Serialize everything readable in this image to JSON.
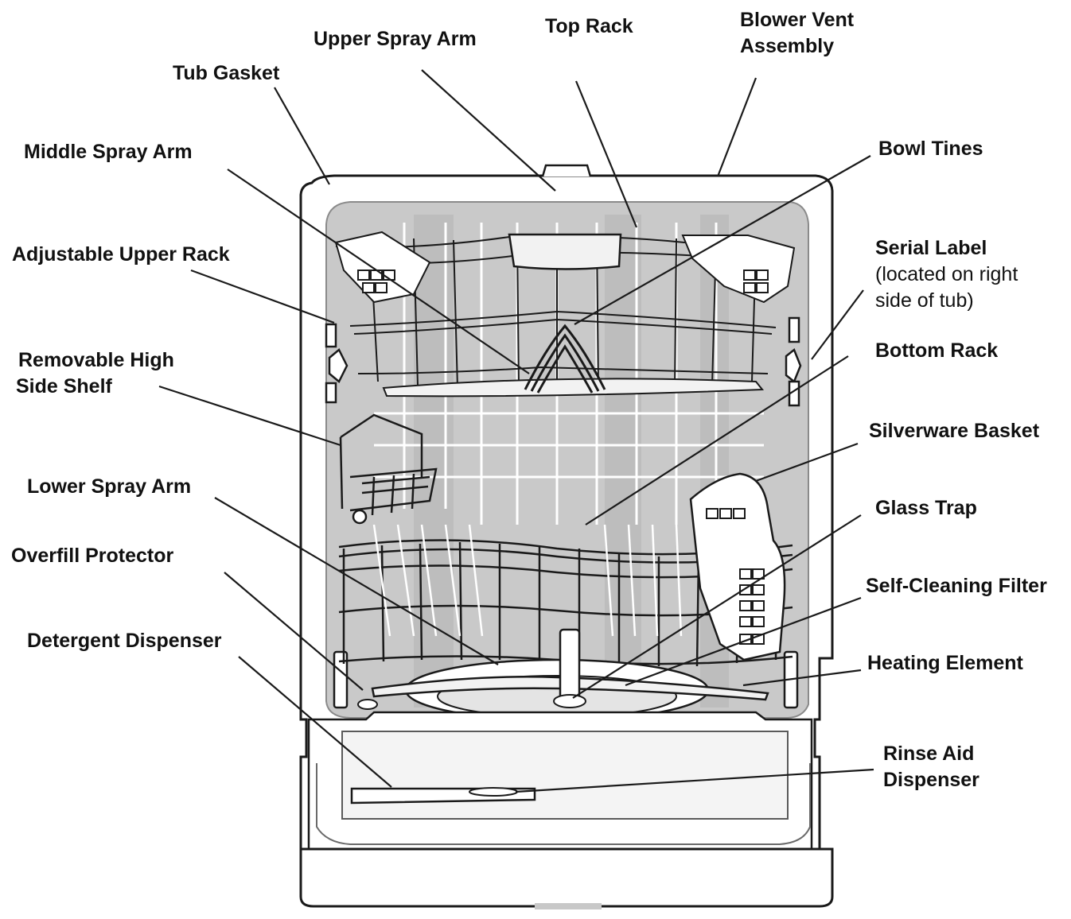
{
  "diagram": {
    "colors": {
      "outline": "#1a1a1a",
      "tub_gray": "#c9c9c9",
      "tub_gray_dark": "#b4b4b4",
      "wire_white": "#ffffff",
      "panel_light": "#f2f2f2",
      "text": "#111111"
    },
    "labels": {
      "upper_spray_arm": "Upper Spray Arm",
      "top_rack": "Top Rack",
      "blower_vent_1": "Blower Vent",
      "blower_vent_2": "Assembly",
      "tub_gasket": "Tub Gasket",
      "middle_spray_arm": "Middle Spray Arm",
      "bowl_tines": "Bowl Tines",
      "adjustable_upper_rack": "Adjustable Upper Rack",
      "serial_label_title": "Serial  Label",
      "serial_label_note_1": "(located on right",
      "serial_label_note_2": "side of tub)",
      "removable_shelf_1": "Removable High",
      "removable_shelf_2": "Side Shelf",
      "bottom_rack": "Bottom Rack",
      "silverware_basket": "Silverware Basket",
      "lower_spray_arm": "Lower Spray Arm",
      "glass_trap": "Glass Trap",
      "overfill_protector": "Overfill Protector",
      "self_cleaning_filter": "Self-Cleaning Filter",
      "heating_element": "Heating Element",
      "detergent_dispenser": "Detergent Dispenser",
      "rinse_aid_1": "Rinse Aid",
      "rinse_aid_2": "Dispenser"
    }
  }
}
